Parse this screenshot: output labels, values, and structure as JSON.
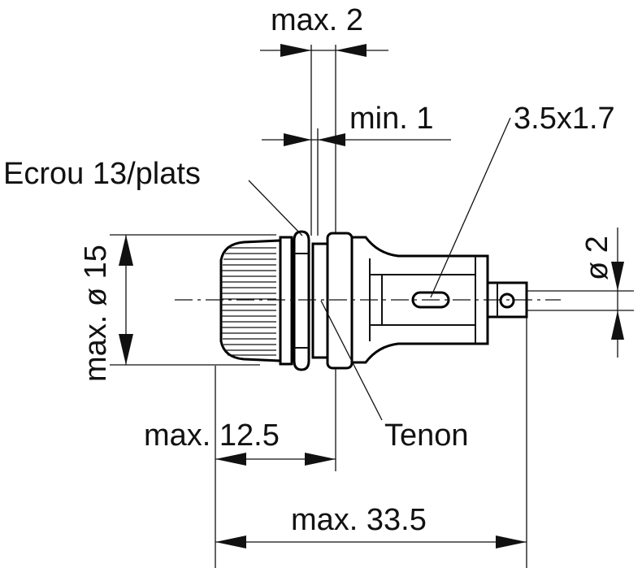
{
  "labels": {
    "max2": "max. 2",
    "min1": "min. 1",
    "slot": "3.5x1.7",
    "nut": "Ecrou 13/plats",
    "diam15": "max. ø 15",
    "diam2": "ø 2",
    "tenon": "Tenon",
    "len125": "max. 12.5",
    "len335": "max. 33.5"
  }
}
